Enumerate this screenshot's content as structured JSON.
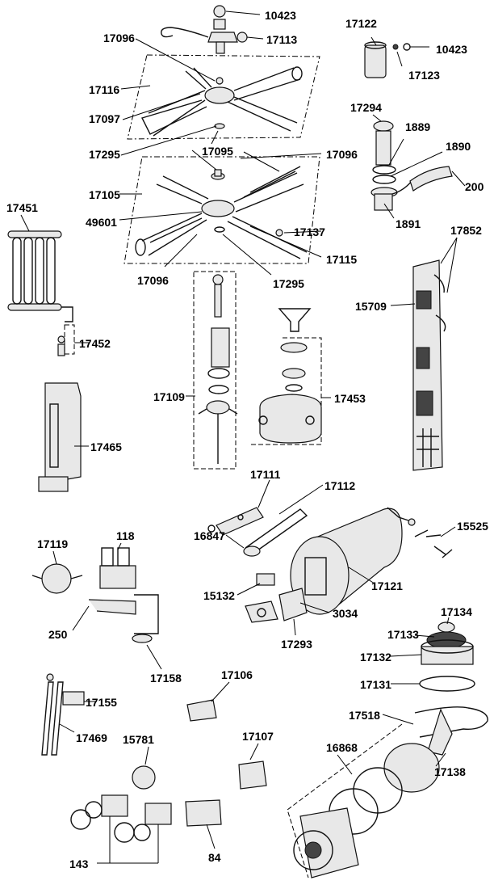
{
  "diagram": {
    "part_labels": {
      "p10423a": "10423",
      "p17113": "17113",
      "p17096a": "17096",
      "p17116": "17116",
      "p17097": "17097",
      "p17295a": "17295",
      "p17095": "17095",
      "p17096b": "17096",
      "p17105": "17105",
      "p49601": "49601",
      "p17137": "17137",
      "p17115": "17115",
      "p17096c": "17096",
      "p17295b": "17295",
      "p17122": "17122",
      "p10423b": "10423",
      "p17123": "17123",
      "p17294": "17294",
      "p1889": "1889",
      "p1890": "1890",
      "p200": "200",
      "p1891": "1891",
      "p17852": "17852",
      "p15709": "15709",
      "p17451": "17451",
      "p17452": "17452",
      "p17465": "17465",
      "p17109": "17109",
      "p17453": "17453",
      "p17111": "17111",
      "p17112": "17112",
      "p16847": "16847",
      "p15525": "15525",
      "p17121": "17121",
      "p15132": "15132",
      "p3034": "3034",
      "p17293": "17293",
      "p17119": "17119",
      "p118": "118",
      "p250": "250",
      "p17158": "17158",
      "p17134": "17134",
      "p17133": "17133",
      "p17132": "17132",
      "p17131": "17131",
      "p17155": "17155",
      "p17469": "17469",
      "p17106": "17106",
      "p17518": "17518",
      "p17138": "17138",
      "p15781": "15781",
      "p17107": "17107",
      "p16868": "16868",
      "p143": "143",
      "p84": "84"
    }
  }
}
